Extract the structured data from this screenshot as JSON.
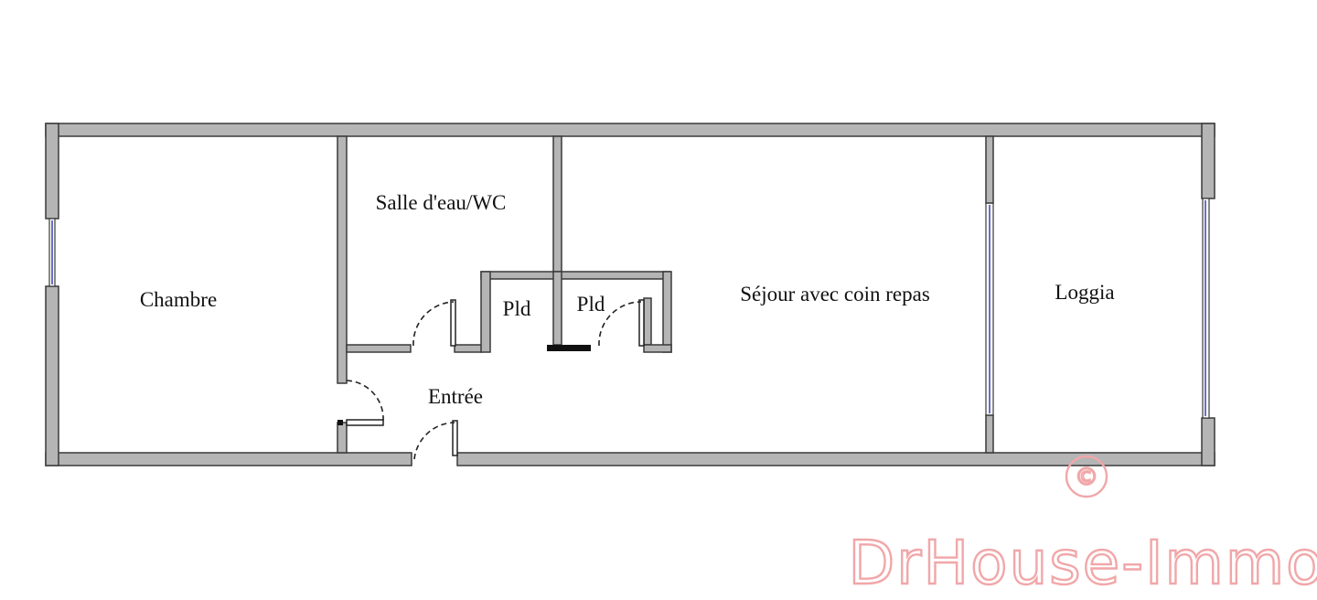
{
  "floorplan": {
    "rooms": [
      {
        "id": "chambre",
        "label": "Chambre"
      },
      {
        "id": "salle-eau",
        "label": "Salle d'eau/WC"
      },
      {
        "id": "placard-1",
        "label": "Pld"
      },
      {
        "id": "placard-2",
        "label": "Pld"
      },
      {
        "id": "entree",
        "label": "Entrée"
      },
      {
        "id": "sejour",
        "label": "Séjour avec coin repas"
      },
      {
        "id": "loggia",
        "label": "Loggia"
      }
    ],
    "colors": {
      "wall_fill": "#b5b5b5",
      "wall_stroke": "#3a3a3a",
      "window_glass": "#6b6fc4"
    }
  },
  "watermark": {
    "symbol": "©",
    "text": "DrHouse-Immo",
    "color": "#f1a7a9"
  }
}
